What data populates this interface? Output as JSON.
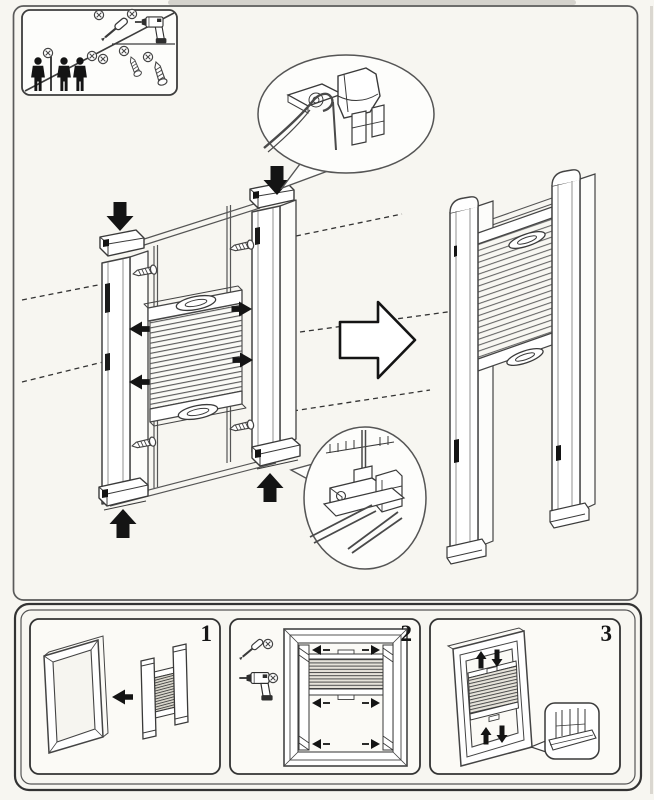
{
  "sheet": {
    "kind": "assembly-instruction-diagram",
    "visible_text": [
      "1",
      "2",
      "3"
    ]
  },
  "steps": [
    {
      "number": "1"
    },
    {
      "number": "2"
    },
    {
      "number": "3"
    }
  ],
  "parts_box": {
    "people_options": [
      "one-person",
      "two-people"
    ],
    "tools": [
      "screwdriver",
      "drill"
    ],
    "fasteners": [
      "screw-short",
      "screw-long"
    ],
    "markers": "screw-head-circles",
    "crossed_by_diagonal": true
  },
  "icons": [
    "person-icon",
    "screw-head-icon",
    "screwdriver-icon",
    "drill-icon",
    "screw-icon",
    "arrow-down-icon",
    "arrow-up-icon",
    "arrow-left-icon",
    "arrow-right-icon",
    "result-arrow-icon",
    "callout-bubble"
  ],
  "colors": {
    "paper": "#f7f6f1",
    "ink": "#3a3a3a",
    "solid_black": "#141414",
    "panel_border": "#4a4a4a",
    "pleat_shade": "#e8e5dd"
  }
}
